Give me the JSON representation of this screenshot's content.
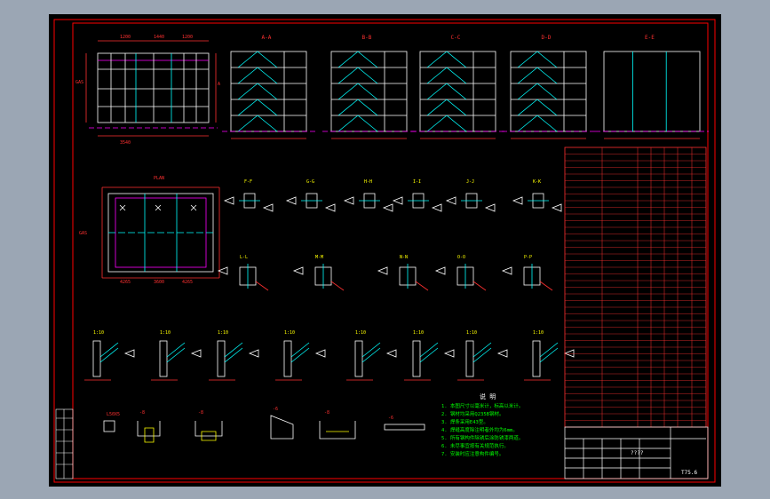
{
  "views": {
    "elev_ab": "A-A",
    "elev_bb": "B-B",
    "elev_cc": "C-C",
    "elev_dd": "D-D",
    "elev_ee": "E-E"
  },
  "sections": {
    "row1": [
      "F-F",
      "G-G",
      "H-H",
      "I-I",
      "J-J",
      "K-K"
    ],
    "row2": [
      "L-L",
      "M-M",
      "N-N",
      "O-O",
      "P-P"
    ],
    "row3": [
      "1:10",
      "1:10",
      "1:10",
      "1:10",
      "1:10",
      "1:10",
      "1:10",
      "1:10"
    ],
    "scale": "1:10"
  },
  "plan_title": "PLAN",
  "notes": {
    "title": "说 明",
    "lines": [
      "1. 本图尺寸以毫米计，标高以米计。",
      "2. 钢材均采用Q235B钢材。",
      "3. 焊条采用E43型。",
      "4. 焊缝高度除注明者外均为6mm。",
      "5. 所有钢构件除锈后涂防锈漆两道。",
      "6. 未尽事宜按有关规范执行。",
      "7. 安装时应注意构件编号。"
    ]
  },
  "title_block": {
    "project": "????",
    "drawing_no": "T75.6"
  },
  "parts_table": {
    "rows": 42
  },
  "colors": {
    "background": "#000000",
    "frame": "#ff0000",
    "structure": "#ffffff",
    "dimension": "#ff3030",
    "section_member": "#00ffff",
    "hidden": "#ff00ff",
    "text": "#ffff00",
    "notes_text": "#00ff00"
  }
}
